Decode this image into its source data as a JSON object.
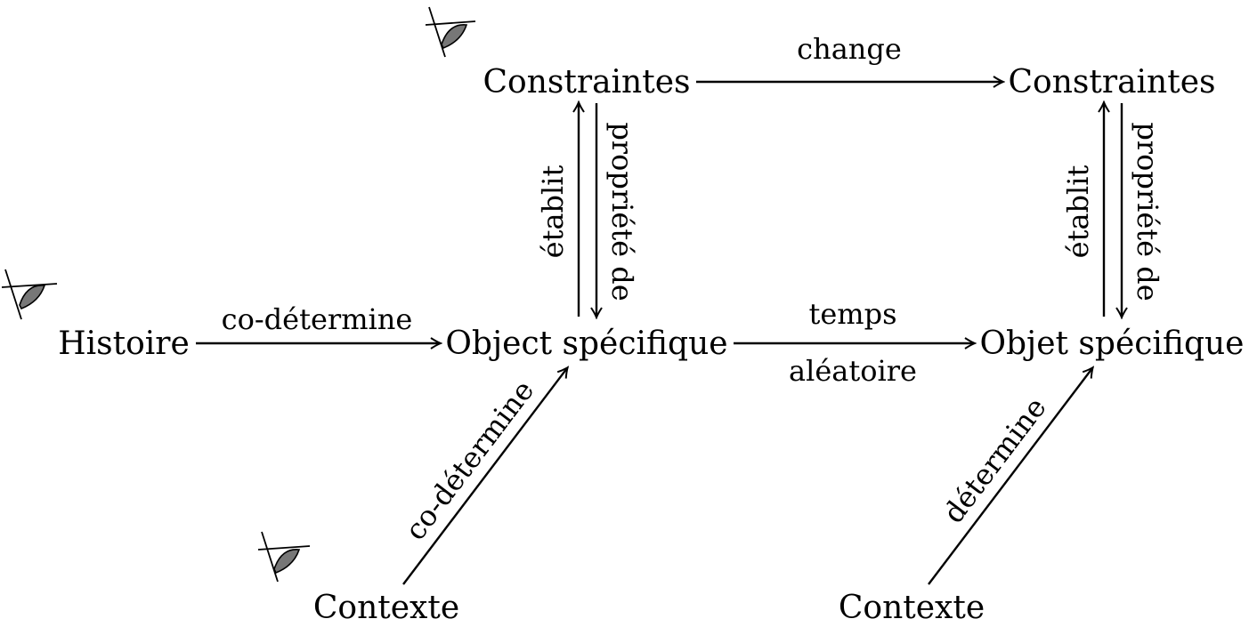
{
  "nodes": {
    "constraintes_left": "Constraintes",
    "constraintes_right": "Constraintes",
    "histoire": "Histoire",
    "object_specifique": "Object spécifique",
    "objet_specifique": "Objet spécifique",
    "contexte_left": "Contexte",
    "contexte_right": "Contexte"
  },
  "edges": {
    "change": "change",
    "codetermine_h": "co-détermine",
    "temps": "temps",
    "aleatoire": "aléatoire",
    "etablit_left": "établit",
    "propriete_left": "propriété de",
    "etablit_right": "établit",
    "propriete_right": "propriété de",
    "codetermine_diag": "co-détermine",
    "determine_diag": "détermine"
  },
  "icons": [
    "eye-icon",
    "eye-icon",
    "eye-icon"
  ]
}
